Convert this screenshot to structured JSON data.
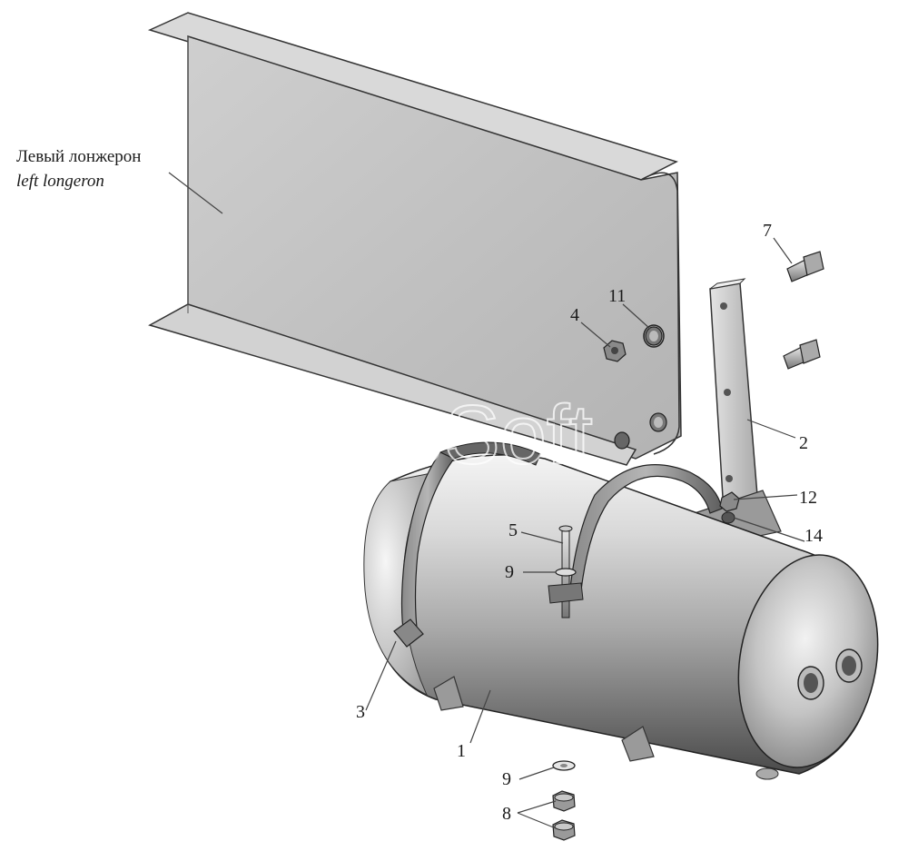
{
  "figure": {
    "longeron_label_ru": "Левый лонжерон",
    "longeron_label_en": "left longeron",
    "watermark": "AutoSoft"
  },
  "callouts": [
    {
      "id": "c1",
      "text": "1"
    },
    {
      "id": "c2",
      "text": "2"
    },
    {
      "id": "c3",
      "text": "3"
    },
    {
      "id": "c4",
      "text": "4"
    },
    {
      "id": "c5",
      "text": "5"
    },
    {
      "id": "c7",
      "text": "7"
    },
    {
      "id": "c8",
      "text": "8"
    },
    {
      "id": "c9a",
      "text": "9"
    },
    {
      "id": "c9b",
      "text": "9"
    },
    {
      "id": "c11",
      "text": "11"
    },
    {
      "id": "c12",
      "text": "12"
    },
    {
      "id": "c14",
      "text": "14"
    }
  ],
  "colors": {
    "steel_light": "#e6e6e6",
    "steel_mid": "#bdbdbd",
    "steel_dark": "#6e6e6e",
    "beam": "#c8c8c8",
    "line": "#1a1a1a"
  }
}
